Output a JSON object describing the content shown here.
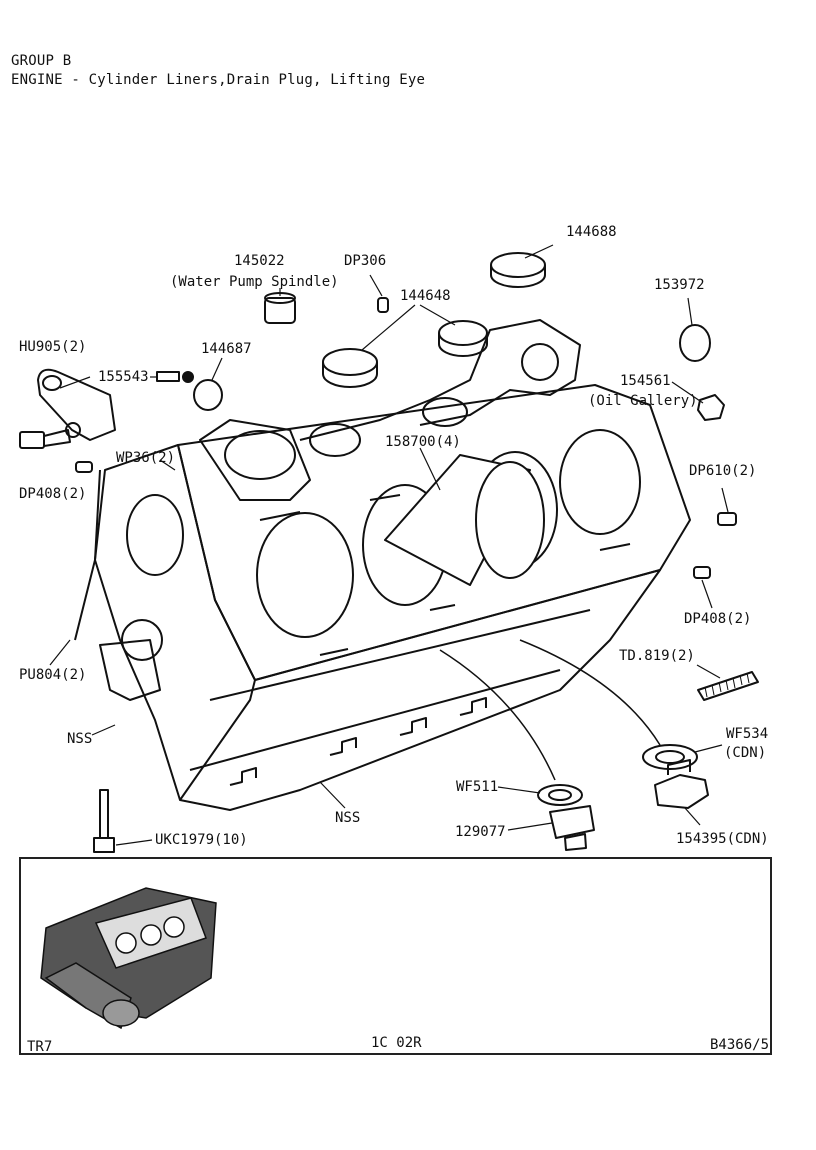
{
  "header": {
    "group": "GROUP B",
    "title": "ENGINE - Cylinder Liners,Drain Plug, Lifting Eye"
  },
  "callouts": {
    "p144688": "144688",
    "p145022": "145022",
    "p145022_note": "(Water Pump Spindle)",
    "dp306": "DP306",
    "p144648": "144648",
    "p153972": "153972",
    "hu905": "HU905(2)",
    "p155543": "155543",
    "p144687": "144687",
    "p154561": "154561",
    "p154561_note": "(Oil Gallery)",
    "p158700": "158700(4)",
    "wp36": "WP36(2)",
    "dp610": "DP610(2)",
    "dp408_left": "DP408(2)",
    "dp408_right": "DP408(2)",
    "td819": "TD.819(2)",
    "pu804": "PU804(2)",
    "wf534": "WF534",
    "wf534_note": "(CDN)",
    "nss_left": "NSS",
    "nss_bottom": "NSS",
    "wf511": "WF511",
    "p129077": "129077",
    "p154395": "154395(CDN)",
    "ukc1979": "UKC1979(10)"
  },
  "footer": {
    "model": "TR7",
    "page": "1C 02R",
    "ref": "B4366/5"
  },
  "colors": {
    "ink": "#111111",
    "panel_border": "#222222",
    "thumbnail_fill": "#555555"
  },
  "icons": {
    "thumbnail": "engine-thumbnail-icon"
  }
}
